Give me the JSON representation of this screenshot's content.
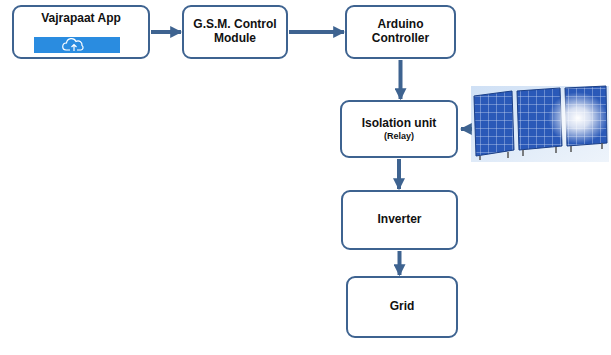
{
  "diagram": {
    "nodes": [
      {
        "text": [
          "Vajrapaat App"
        ]
      },
      {
        "text": [
          "G.S.M. Control Module"
        ]
      },
      {
        "text": [
          "Arduino Controller"
        ]
      },
      {
        "text": [
          "Isolation unit",
          "(Relay)"
        ]
      },
      {
        "text": [
          "Inverter"
        ]
      },
      {
        "text": [
          "Grid"
        ]
      }
    ],
    "edges": [
      {
        "from": 0,
        "to": 1,
        "arrow": "to"
      },
      {
        "from": 1,
        "to": 2,
        "arrow": "to"
      },
      {
        "from": 2,
        "to": 3,
        "arrow": "to"
      },
      {
        "from": 3,
        "to": 4,
        "arrow": "to"
      },
      {
        "from": 4,
        "to": 5,
        "arrow": "to"
      }
    ]
  }
}
